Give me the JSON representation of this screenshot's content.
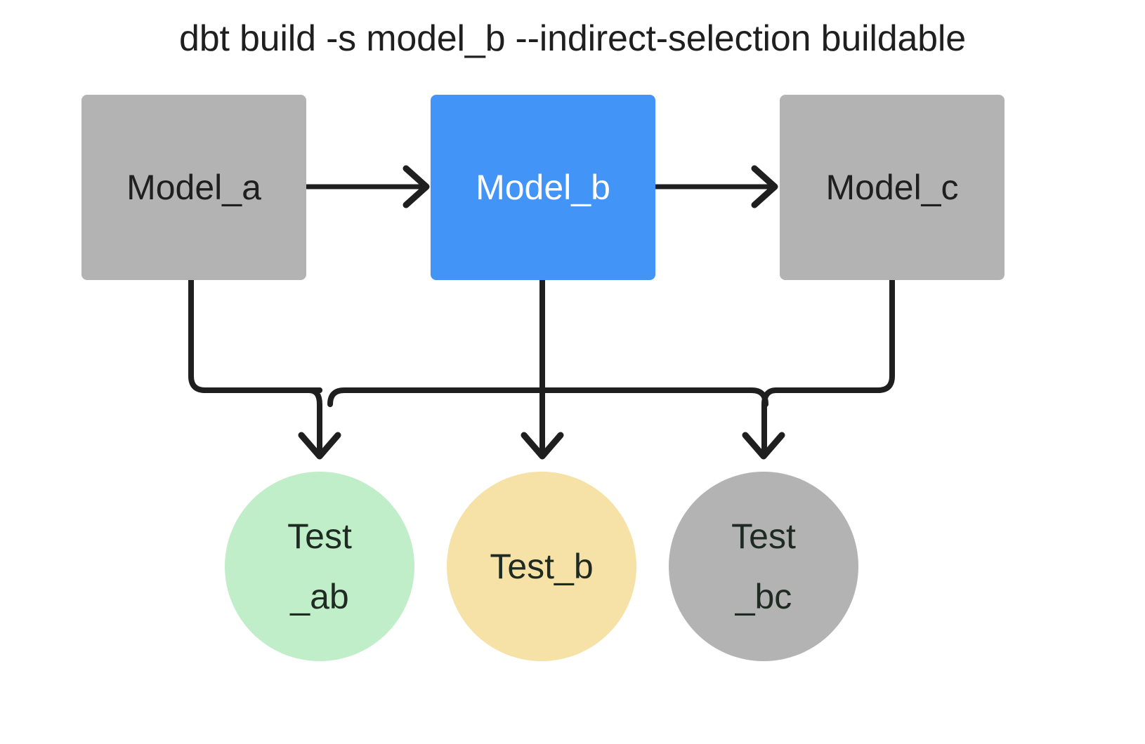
{
  "diagram": {
    "title": "dbt build -s model_b --indirect-selection buildable",
    "type": "dag",
    "background": "#ffffff",
    "edge_color": "#1f1f1f",
    "colors": {
      "unselected_gray": "#b3b3b3",
      "selected_blue": "#4294f7",
      "test_pass_green": "#c0eec8",
      "test_warn_yellow": "#f6e2a6",
      "test_skip_gray": "#b3b3b3",
      "text_dark": "#1f1f1f",
      "text_light": "#ffffff"
    },
    "models": [
      {
        "id": "model_a",
        "label": "Model_a",
        "fill": "#b3b3b3",
        "text_color": "#1f1f1f",
        "selected": false
      },
      {
        "id": "model_b",
        "label": "Model_b",
        "fill": "#4294f7",
        "text_color": "#ffffff",
        "selected": true
      },
      {
        "id": "model_c",
        "label": "Model_c",
        "fill": "#b3b3b3",
        "text_color": "#1f1f1f",
        "selected": false
      }
    ],
    "tests": [
      {
        "id": "test_ab",
        "line1": "Test",
        "line2": "_ab",
        "fill": "#c0eec8"
      },
      {
        "id": "test_b",
        "line1": "Test_b",
        "line2": "",
        "fill": "#f6e2a6"
      },
      {
        "id": "test_bc",
        "line1": "Test",
        "line2": "_bc",
        "fill": "#b3b3b3"
      }
    ],
    "edges": [
      {
        "from": "model_a",
        "to": "model_b",
        "style": "arrow-right"
      },
      {
        "from": "model_b",
        "to": "model_c",
        "style": "arrow-right"
      },
      {
        "from": "model_a",
        "to": "test_ab",
        "style": "elbow-down"
      },
      {
        "from": "model_b",
        "to": "test_ab",
        "style": "elbow-down"
      },
      {
        "from": "model_b",
        "to": "test_b",
        "style": "straight-down"
      },
      {
        "from": "model_b",
        "to": "test_bc",
        "style": "elbow-down"
      },
      {
        "from": "model_c",
        "to": "test_bc",
        "style": "elbow-down"
      }
    ]
  }
}
